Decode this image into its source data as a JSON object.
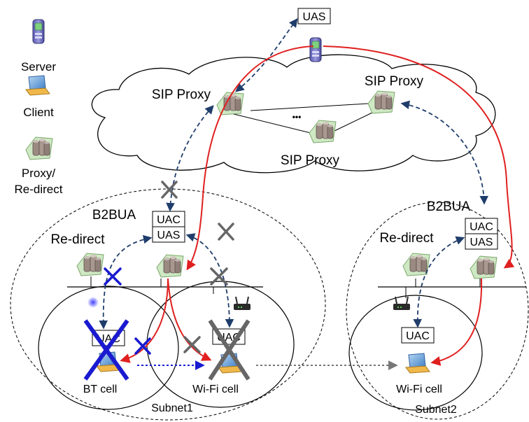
{
  "legend": {
    "server": "Server",
    "client": "Client",
    "proxy_line1": "Proxy/",
    "proxy_line2": "Re-direct"
  },
  "top_uas": "UAS",
  "sip_proxy_left": "SIP Proxy",
  "sip_proxy_right": "SIP Proxy",
  "sip_proxy_bottom": "SIP Proxy",
  "ellipsis": "•••",
  "subnet1": {
    "b2bua": "B2BUA",
    "uac": "UAC",
    "uas": "UAS",
    "redirect": "Re-direct",
    "bt_uac": "UAC",
    "wifi_uac": "UAC",
    "bt_cell": "BT cell",
    "wifi_cell": "Wi-Fi cell",
    "name": "Subnet1"
  },
  "subnet2": {
    "b2bua": "B2BUA",
    "uac": "UAC",
    "uas": "UAS",
    "redirect": "Re-direct",
    "client_uac": "UAC",
    "wifi_cell": "Wi-Fi cell",
    "name": "Subnet2"
  },
  "colors": {
    "signal_dashed": "#1f3d6b",
    "media_path": "#e02020",
    "bluetooth_mark": "#1a1ad0",
    "failure_mark": "#666666",
    "handoff_dotted": "#777777"
  }
}
